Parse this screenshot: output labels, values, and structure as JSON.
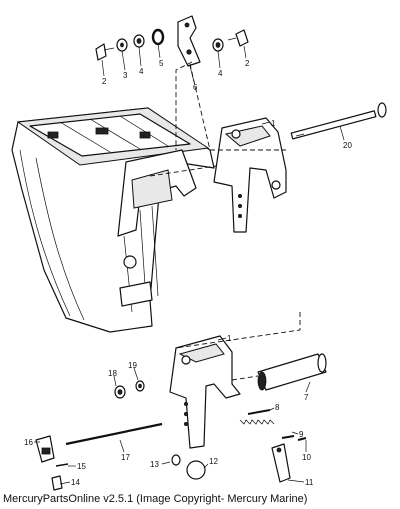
{
  "footer": {
    "text": "MercuryPartsOnline v2.5.1 (Image Copyright- Mercury Marine)"
  },
  "callouts": {
    "c2_left": "2",
    "c3": "3",
    "c4_left": "4",
    "c5": "5",
    "c6": "6",
    "c4_right": "4",
    "c2_right": "2",
    "c1_top": "1",
    "c20": "20",
    "c1_bottom": "1",
    "c7": "7",
    "c8": "8",
    "c9": "9",
    "c10": "10",
    "c11": "11",
    "c12": "12",
    "c13": "13",
    "c14": "14",
    "c15": "15",
    "c16": "16",
    "c17": "17",
    "c18": "18",
    "c19": "19"
  }
}
